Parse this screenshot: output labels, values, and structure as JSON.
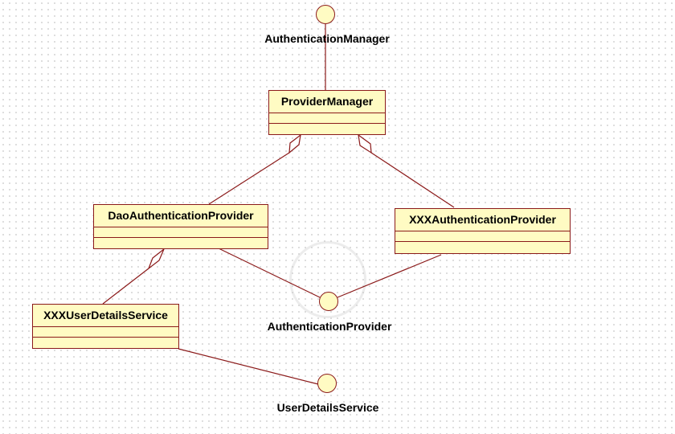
{
  "diagram": {
    "classes": {
      "provider_manager": "ProviderManager",
      "dao_authentication_provider": "DaoAuthenticationProvider",
      "xxx_authentication_provider": "XXXAuthenticationProvider",
      "xxx_user_details_service": "XXXUserDetailsService"
    },
    "interfaces": {
      "authentication_manager": "AuthenticationManager",
      "authentication_provider": "AuthenticationProvider",
      "user_details_service": "UserDetailsService"
    }
  },
  "colors": {
    "line": "#8b1a1a",
    "fill": "#fffbc3",
    "grid_dot": "#d4d4d4"
  }
}
